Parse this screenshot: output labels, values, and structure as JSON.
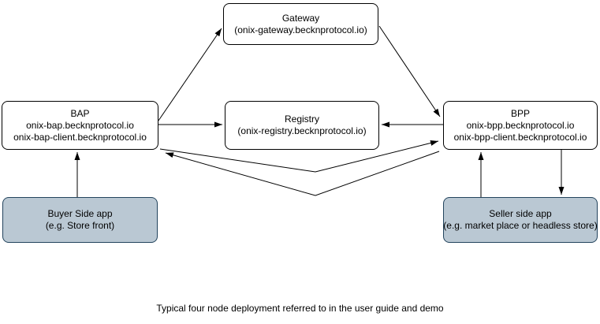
{
  "diagram": {
    "caption": "Typical four node deployment referred to in the user guide and demo",
    "nodes": {
      "gateway": {
        "title": "Gateway",
        "subtitle": "(onix-gateway.becknprotocol.io)"
      },
      "bap": {
        "title": "BAP",
        "line1": "onix-bap.becknprotocol.io",
        "line2": "onix-bap-client.becknprotocol.io"
      },
      "registry": {
        "title": "Registry",
        "subtitle": "(onix-registry.becknprotocol.io)"
      },
      "bpp": {
        "title": "BPP",
        "line1": "onix-bpp.becknprotocol.io",
        "line2": "onix-bpp-client.becknprotocol.io"
      },
      "buyer_app": {
        "title": "Buyer Side app",
        "subtitle": "(e.g. Store front)"
      },
      "seller_app": {
        "title": "Seller side app",
        "subtitle": "(e.g. market place or headless store)"
      }
    },
    "edges": [
      {
        "from": "bap",
        "to": "gateway",
        "arrow": "forward"
      },
      {
        "from": "gateway",
        "to": "bpp",
        "arrow": "forward"
      },
      {
        "from": "bap",
        "to": "registry",
        "arrow": "forward"
      },
      {
        "from": "bpp",
        "to": "registry",
        "arrow": "forward"
      },
      {
        "from": "bap",
        "to": "bpp",
        "arrow": "forward"
      },
      {
        "from": "bpp",
        "to": "bap",
        "arrow": "forward"
      },
      {
        "from": "buyer_app",
        "to": "bap",
        "arrow": "forward"
      },
      {
        "from": "seller_app",
        "to": "bpp",
        "arrow": "forward"
      },
      {
        "from": "bpp",
        "to": "seller_app",
        "arrow": "forward"
      }
    ],
    "colors": {
      "node_fill": "#ffffff",
      "node_stroke": "#000000",
      "app_fill": "#bac8d3",
      "app_stroke": "#23445d",
      "arrow": "#000000"
    }
  }
}
